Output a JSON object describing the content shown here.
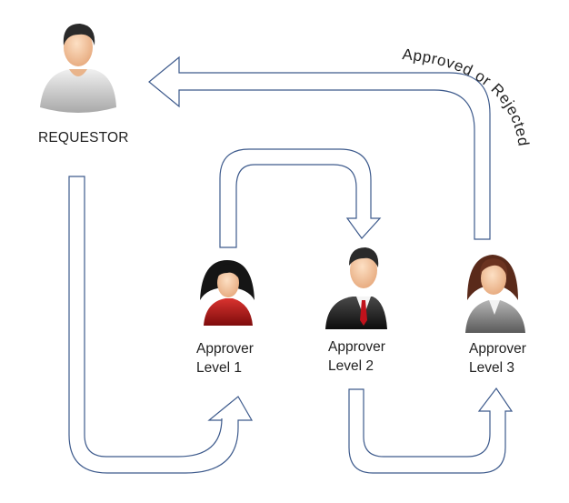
{
  "nodes": {
    "requestor": {
      "label": "REQUESTOR"
    },
    "approver1": {
      "line1": "Approver",
      "line2": "Level 1"
    },
    "approver2": {
      "line1": "Approver",
      "line2": "Level 2"
    },
    "approver3": {
      "line1": "Approver",
      "line2": "Level 3"
    }
  },
  "edges": {
    "return_label": "Approved or Rejected"
  },
  "colors": {
    "arrow_outline": "#3d5a8c",
    "requestor_shirt": "#d9d9d9",
    "approver1_top": "#b11a1a",
    "approver2_suit": "#1c1c1c",
    "approver2_tie": "#c0121c",
    "approver3_top": "#8a8a8a"
  }
}
